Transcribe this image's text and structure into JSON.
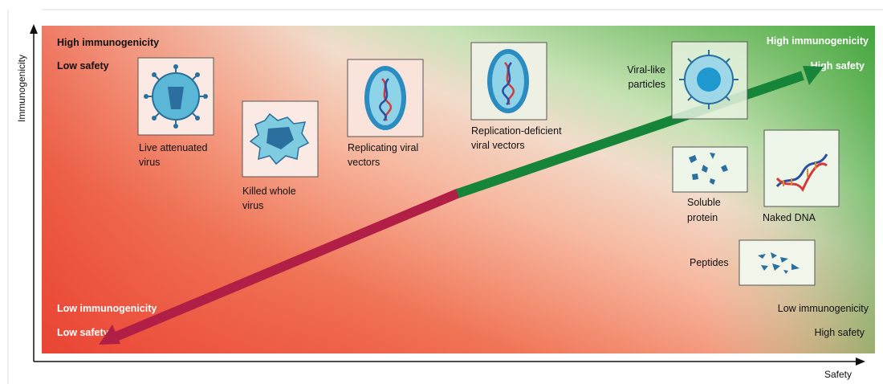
{
  "axes": {
    "y_label": "Immunogenicity",
    "x_label": "Safety"
  },
  "corners": {
    "top_left": {
      "line1": "High immunogenicity",
      "line2": "Low safety"
    },
    "top_right": {
      "line1": "High immunogenicity",
      "line2": "High safety"
    },
    "bottom_left": {
      "line1": "Low immunogenicity",
      "line2": "Low safety"
    },
    "bottom_right": {
      "line1": "Low immunogenicity",
      "line2": "High safety"
    }
  },
  "vaccines": {
    "live_attenuated": {
      "label_line1": "Live attenuated",
      "label_line2": "virus"
    },
    "killed_whole": {
      "label_line1": "Killed whole",
      "label_line2": "virus"
    },
    "replicating_viral": {
      "label_line1": "Replicating viral",
      "label_line2": "vectors"
    },
    "replication_deficient": {
      "label_line1": "Replication-deficient",
      "label_line2": "viral vectors"
    },
    "viral_like": {
      "label_line1": "Viral-like",
      "label_line2": "particles"
    },
    "soluble_protein": {
      "label_line1": "Soluble",
      "label_line2": "protein"
    },
    "naked_dna": {
      "label_line1": "Naked DNA"
    },
    "peptides": {
      "label_line1": "Peptides"
    }
  },
  "colors": {
    "red_zone": "#ec4d3a",
    "green_zone": "#63b545",
    "arrow_red": "#b11f47",
    "arrow_green": "#16853a",
    "virus_fill": "#5ab7d6",
    "virus_dark": "#2a6f9e"
  }
}
